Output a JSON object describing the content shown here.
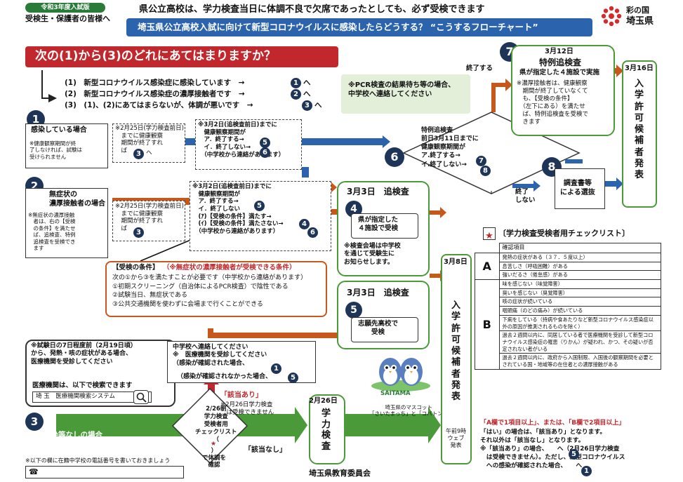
{
  "header": {
    "badge": "令和3年度入試版",
    "audience": "受検生・保護者の皆様へ",
    "headline": "県公立高校は、学力検査当日に体調不良で欠席であったとしても、必ず受検できます",
    "banner": "埼玉県公立高校入試に向けて新型コロナウイルスに感染したらどうする？ “こうするフローチャート”",
    "logo_line1": "彩の国",
    "logo_line2": "埼玉県"
  },
  "question": {
    "title": "次の(1)から(3)のどれにあてはまりますか？",
    "options": [
      "(1)　新型コロナウイルス感染症に感染しています　→",
      "(2)　新型コロナウイルス感染症の濃厚接触者です　→",
      "(3)　(1)、(2)にあてはまらないが、体調が悪いです　→"
    ],
    "option_targets": [
      "1",
      "2",
      "3"
    ],
    "option_suffix": "へ",
    "note": "※PCR検査の結果待ち等の場合、\n中学校へ連絡してください"
  },
  "nodes": {
    "n1_number": "1",
    "n1_title": "感染している場合",
    "n1_body": "※健康観察期間が終\n了しなければ、試験は\n受けられません",
    "n1_mid": "※2月25日(学力検査前日)\n　までに健康観察\n　期間が終了すれ\n　ば",
    "n1_mid_target": "3",
    "n1_mid_suffix": "へ",
    "n1_right": "※3月2日(追検査前日)までに\n　健康観察期間が\n　ア．終了する→\n　イ．終了しない→\n　（中学校から連絡があります）",
    "n2_number": "2",
    "n2_title": "無症状の\n濃厚接触者の場合",
    "n2_body": "※無症状の濃厚接触\n　者は、右の【受検\n　の条件】を満たせ\n　ば、追検査、特例\n　追検査を受検でき\n　ます",
    "n2_mid": "※2月25日(学力検査前日)\n　までに健康観察\n　期間が終了すれ\n　ば",
    "n2_right": "※3月2日(追検査前日)までに\n　健康観察期間が\n　ア．終了する→\n　イ．終了しない\n　(ｱ)【受検の条件】満たす→\n　(ｲ)【受検の条件】満たさない→\n　（中学校から連絡があります）",
    "conditions_title": "【受検の条件】",
    "conditions_red": "（※無症状の濃厚接触者が受検できる条件）",
    "conditions_body": "次の①から③を満たすことが必要です（中学校から連絡があります）\n①初期スクリーニング（自治体によるPCR検査）で陰性である\n②試験当日、無症状である\n③公共交通機関を使わずに会場まで行くことができる",
    "n3_number": "3",
    "n3_title": "感染等なしの場合",
    "n3_note": "※試験日の7日程度前（2月19日頃）\nから、発熱・咳の症状がある場合、\n医療機関を受診してください",
    "n3_search_label": "医療機関は、以下で検索できます",
    "n3_search_value": "埼 玉　医療機関検索システム",
    "n3_contact": "中学校へ連絡してください\n※　医療機関を受診してください\n（感染が確認された場合、",
    "n3_contact2": "（感染が確認されなかった場合、",
    "phone_note": "※以下の欄に在籍中学校の電話番号を書いておきましょう",
    "phone_icon": "☎",
    "check_title": "2/26朝\n学力検査\n受検者用\nチェックリスト\n（",
    "check_star": "★",
    "check_after": "）\nで体調を\n確認",
    "gaitou_ari": "「該当あり」",
    "gaitou_ari_note": "※2月26日学力検査\n　は受検できません",
    "gaitou_nashi": "「該当なし」",
    "n4_date": "3月3日　追検査",
    "n4_number": "4",
    "n4_body": "県が指定した\n４施設で受検",
    "n4_note": "※検査会場は中学校\nを通じて受験生に\nお知らせします。",
    "n5_date": "3月3日　追検査",
    "n5_number": "5",
    "n5_body": "志願先高校で\n受検",
    "n6_number": "6",
    "n6_body": "特例追検査\n前日3月11日までに\n健康観察期間が\nア.終了する→\nイ.終了しない→",
    "n7_number": "7",
    "n7_date": "3月12日",
    "n7_title": "特例追検査",
    "n7_sub": "県が指定した４施設で実施",
    "n7_note": "※濃厚接触者は、健康観察\n　期間が終了していなくて\n　も、【受検の条件】\n　（左下にある）を満たせ\n　ば、特例追検査を受検で\n　きます",
    "n8_number": "8",
    "n8_body": "調査書等\nによる選抜",
    "label_end": "終了する",
    "label_end2": "終了\nしない",
    "date_326": "3月16日",
    "result_326": "入\n学\n許\n可\n候\n補\n者\n発\n表",
    "date_38": "3月8日",
    "result_38": "入\n学\n許\n可\n候\n補\n者\n発\n表",
    "result_38_sub": "午前9時\nウェブ\n発表",
    "exam_date": "2月26日",
    "exam_title": "学\n力\n検\n査",
    "mascot_brand": "SAITAMA",
    "mascot_caption": "埼玉県のマスコット\n「さいたまっち」と「コバトン」",
    "footer": "埼玉県教育委員会"
  },
  "checklist": {
    "title": "〔学力検査受検者用チェックリスト〕",
    "title_star": "★",
    "header": "確認項目",
    "group_a": "A",
    "group_b": "B",
    "a_items": [
      "発熱の症状がある（３７．５度以上）",
      "息苦しさ（呼吸困難）がある",
      "強いだるさ（倦怠感）がある"
    ],
    "b_items": [
      "味を感じない（味覚障害）",
      "臭いを感じない（臭覚障害）",
      "咳の症状が続いている",
      "咽頭痛（のどの痛み）が続いている",
      "下痢をしている（持病や食あたりなど新型コロナウイルス感染症以外の原因が推測されるものを除く）",
      "過去２週間以内に、同居している者で医療機関を受診して新型コロナウイルス感染症の罹患（りかん）が疑われ、かつ、その疑いが否定されない者がいる",
      "過去２週間以内に、政府から入国制限、入国後の観察期間を必要とされている国・地域等の在住者との濃厚接触がある"
    ],
    "rule_red": "「A欄で1項目以上」、または、「B欄で2項目以上」",
    "rule_body": "「はい」の場合は、「該当あり」となります。\nそれ以外は「該当なし」となります。\n※「該当あり」の場合、　　へ（2月26日学力検査\n　は受検できません）。ただし、新型コロナウイルス\n　への感染が確認された場合、　　へ"
  },
  "colors": {
    "navy": "#1f3558",
    "red": "#c0282d",
    "green": "#4a9a3a",
    "orange": "#c7581c",
    "blue": "#2b63ad"
  }
}
